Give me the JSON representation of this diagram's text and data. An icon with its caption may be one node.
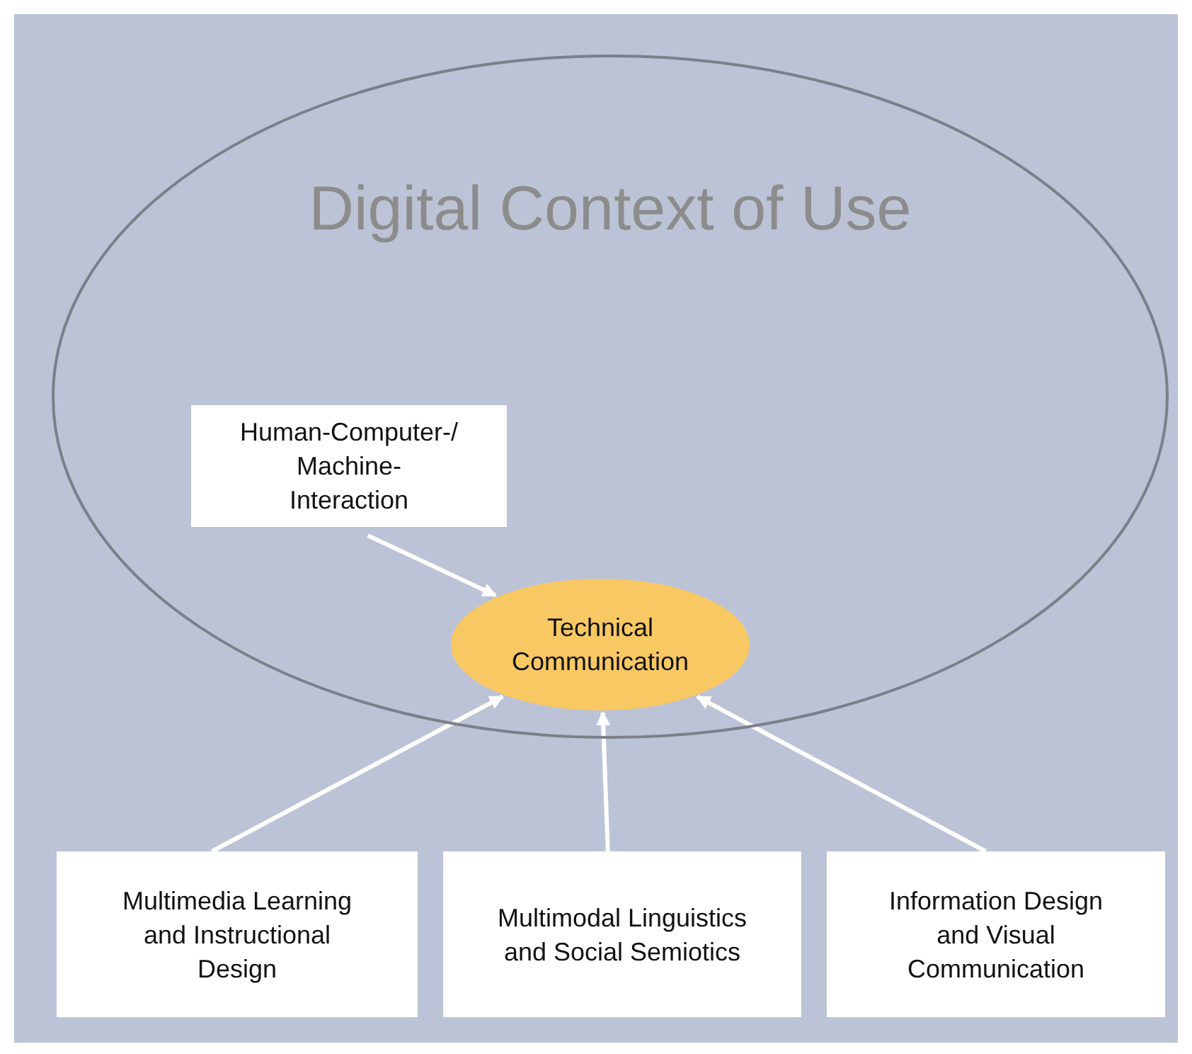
{
  "diagram": {
    "nodes": [
      {
        "text": [
          "Digital Context of Use"
        ]
      },
      {
        "text": [
          "Human-Computer-/ Machine- Interaction"
        ],
        "in": 0
      },
      {
        "text": [
          "Technical Communication"
        ],
        "in": 0
      },
      {
        "text": [
          "Multimedia Learning and Instructional Design"
        ]
      },
      {
        "text": [
          "Multimodal Linguistics and Social Semiotics"
        ]
      },
      {
        "text": [
          "Information Design and Visual Communication"
        ]
      }
    ],
    "edges": [
      {
        "from": 1,
        "to": 2,
        "arrow": "to"
      },
      {
        "from": 3,
        "to": 2,
        "arrow": "to"
      },
      {
        "from": 4,
        "to": 2,
        "arrow": "to"
      },
      {
        "from": 5,
        "to": 2,
        "arrow": "to"
      }
    ]
  }
}
